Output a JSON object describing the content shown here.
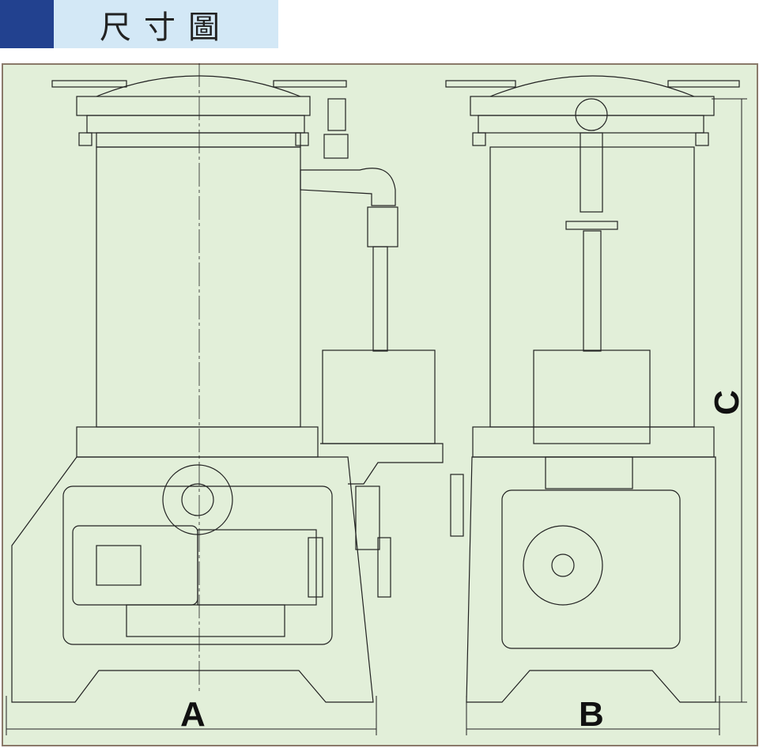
{
  "header": {
    "title": "尺寸圖"
  },
  "dimensions": {
    "a_label": "A",
    "b_label": "B",
    "c_label": "C"
  },
  "colors": {
    "header_accent": "#22418f",
    "header_bg": "#d3e8f6",
    "drawing_bg": "#e2efd9",
    "frame": "#8a7a6a",
    "line": "#222222"
  }
}
